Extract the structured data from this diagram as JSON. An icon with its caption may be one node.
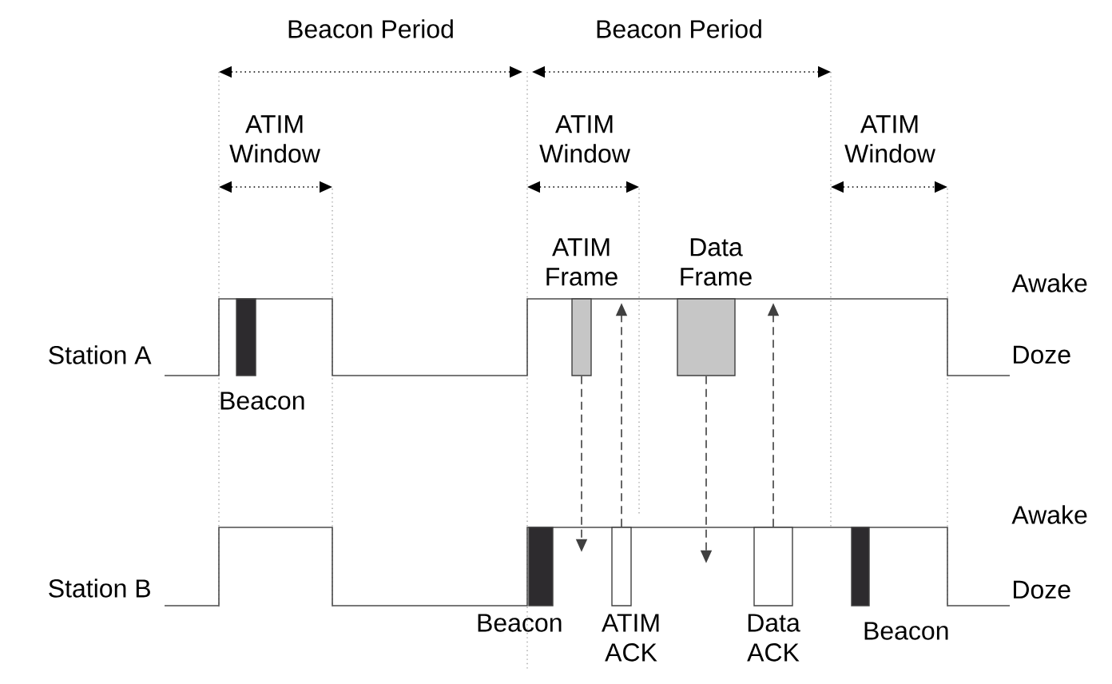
{
  "diagram": {
    "nodes": [
      {
        "text": [
          "Beacon"
        ]
      },
      {
        "text": [
          "ATIM Frame"
        ]
      },
      {
        "text": [
          "Data Frame"
        ]
      },
      {
        "text": [
          "Beacon"
        ]
      },
      {
        "text": [
          "ATIM ACK"
        ]
      },
      {
        "text": [
          "Data ACK"
        ]
      },
      {
        "text": [
          "Beacon"
        ]
      }
    ],
    "edges": [
      {
        "from": 1,
        "to": null,
        "arrow": "to",
        "style": "dashed"
      },
      {
        "from": 4,
        "to": 1,
        "arrow": "to",
        "style": "dashed"
      },
      {
        "from": 2,
        "to": null,
        "arrow": "to",
        "style": "dashed"
      },
      {
        "from": 5,
        "to": 2,
        "arrow": "to",
        "style": "dashed"
      }
    ],
    "labels": [
      "Beacon Period",
      "Beacon Period",
      "ATIM Window",
      "ATIM Window",
      "ATIM Window",
      "Awake",
      "Station A",
      "Doze",
      "Awake",
      "Station B",
      "Doze"
    ]
  }
}
